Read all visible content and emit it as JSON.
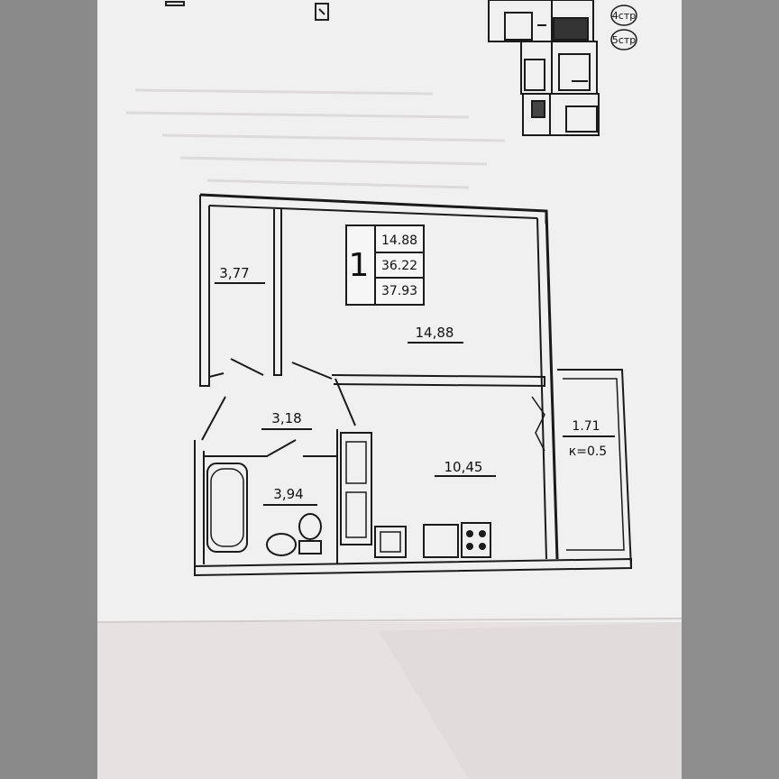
{
  "colors": {
    "background_left": "#8a8a8a",
    "background_right": "#8e8e8e",
    "paper": "#f1f0f0",
    "paper_lower": "#e6e2e2",
    "ink": "#1a1a1a"
  },
  "key_plan": {
    "floor_tags": [
      "4стр",
      "5стр"
    ]
  },
  "apartment_info": {
    "rooms": "1",
    "living_area": "14.88",
    "total_area": "36.22",
    "area_with_balcony": "37.93"
  },
  "rooms": {
    "closet": "3,77",
    "living_room": "14,88",
    "hallway": "3,18",
    "bathroom": "3,94",
    "kitchen": "10,45",
    "balcony_area": "1.71",
    "balcony_coef": "к=0.5"
  }
}
